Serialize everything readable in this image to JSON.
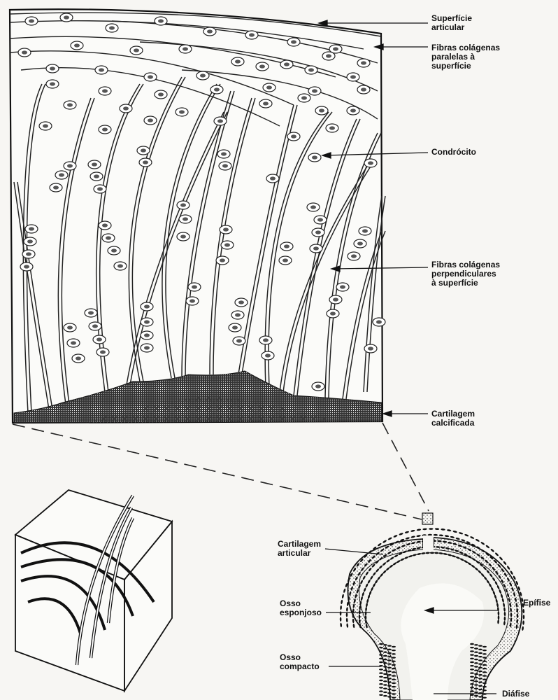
{
  "labels": {
    "superficie_articular": "Superfície\narticular",
    "fibras_paralelas": "Fibras colágenas\nparalelas à\nsuperfície",
    "condrocito": "Condrócito",
    "fibras_perpendiculares": "Fibras colágenas\nperpendiculares\nà superfície",
    "cartilagem_calcificada": "Cartilagem\ncalcificada",
    "cartilagem_articular": "Cartilagem\narticular",
    "osso_esponjoso": "Osso\nesponjoso",
    "osso_compacto": "Osso\ncompacto",
    "epifise": "Epífise",
    "diafise": "Diáfise"
  },
  "colors": {
    "ink": "#111111",
    "paper": "#f7f6f3"
  }
}
